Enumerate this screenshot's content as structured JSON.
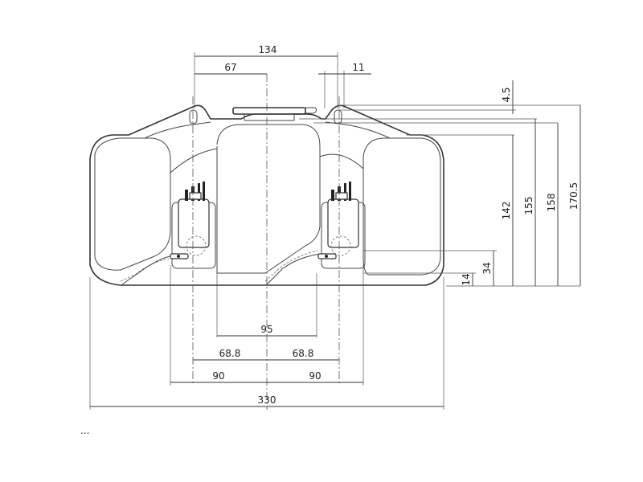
{
  "dimensions": {
    "top_134": "134",
    "top_67": "67",
    "top_11": "11",
    "right_4_5": "4.5",
    "right_142": "142",
    "right_155": "155",
    "right_158": "158",
    "right_170_5": "170.5",
    "right_34": "34",
    "right_14": "14",
    "bottom_95": "95",
    "bottom_68_8_left": "68.8",
    "bottom_68_8_right": "68.8",
    "bottom_90_left": "90",
    "bottom_90_right": "90",
    "bottom_330": "330"
  },
  "footer_fragment": "..."
}
